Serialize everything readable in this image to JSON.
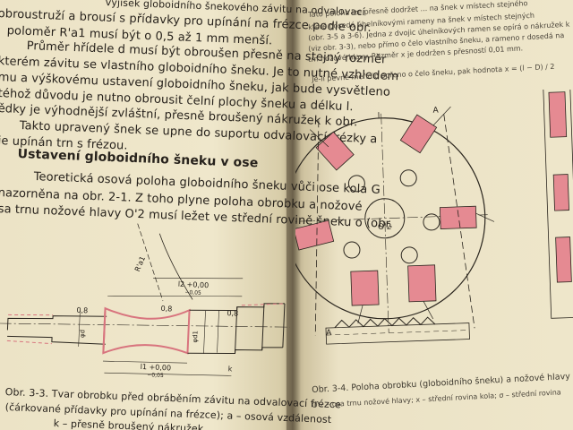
{
  "left_page": {
    "lines": [
      "obroustruží a brousí s přídavky pro upínání na frézce podle obr.",
      "poloměr R'a1 musí být o 0,5 až 1 mm menší.",
      "Průměr hřídele d musí být obroušen přesně na stejný rozměr",
      "kterém závitu se vlastního globoidního šneku. Je to nutné vzhledem",
      "mu a výškovému ustavení globoidního šneku, jak bude vysvětleno",
      "téhož důvodu je nutno obrousit čelní plochy šneku a délku l.",
      "ědky je výhodnější zvláštní, přesně broušený nákružek k obr.",
      "Takto upravený šnek se upne do suportu odvalovací frézky a",
      "je upínán trn s frézou."
    ],
    "top_fragment": "vyjisek globoidního šnekového závitu na odvalovací",
    "heading": "Ustavení globoidního šneku v ose",
    "para2": [
      "Teoretická osová poloha globoidního šneku vůči ose kola G",
      "nazorněna na obr. 2-1. Z toho plyne poloha obrobku a nožové",
      "sa trnu nožové hlavy O'2 musí ležet ve střední rovině šneku o (obr."
    ],
    "caption_lines": [
      "Obr. 3-3. Tvar obrobku před obráběním závitu na odvalovací frézce",
      "(čárkované přídavky pro upínání na frézce); a – osová vzdálenost",
      "k – přesně broušený nákružek."
    ],
    "figure_labels": {
      "radius": "R'a1",
      "dim1": "l2 +0,00",
      "dim1b": "−0,05",
      "dim2": "l1 +0,00",
      "dim2b": "−0,05",
      "d08a": "0,8",
      "d08b": "0,8",
      "d08c": "0,8",
      "phi_d": "φd",
      "phi_d1": "φd1",
      "k": "k"
    }
  },
  "right_page": {
    "lines": [
      "Tato poloha lze přesně dodržet ... na šnek v místech stejného",
      "které dosedá úhelníkovými rameny na šnek v místech stejných",
      "(obr. 3-5 a 3-6). Jedna z dvojic úhelníkových ramen se opírá o nákružek k",
      "(viz obr. 3-3), nebo přímo o čelo vlastního šneku, a rameno r dosedá na",
      "trn nožové hlavy. Rozměr x je dodržen s přesností 0,01 mm.",
      "Je-li pevné měřidlo opřeno o čelo šneku, pak hodnota x = (l − D) / 2"
    ],
    "caption_lines": [
      "Obr. 3-4. Poloha obrobku (globoidního šneku) a nožové hlavy",
      "O'2 – osa trnu nožové hlavy; x – střední rovina kola; σ – střední rovina"
    ],
    "figure_labels": {
      "center": "O'2",
      "A_top": "A",
      "A_bottom": "A",
      "l_mark": "l"
    }
  },
  "colors": {
    "paper": "#ece3c6",
    "ink": "#27221c",
    "accent_pink": "#e07a84",
    "shadow": "#3a3630"
  }
}
